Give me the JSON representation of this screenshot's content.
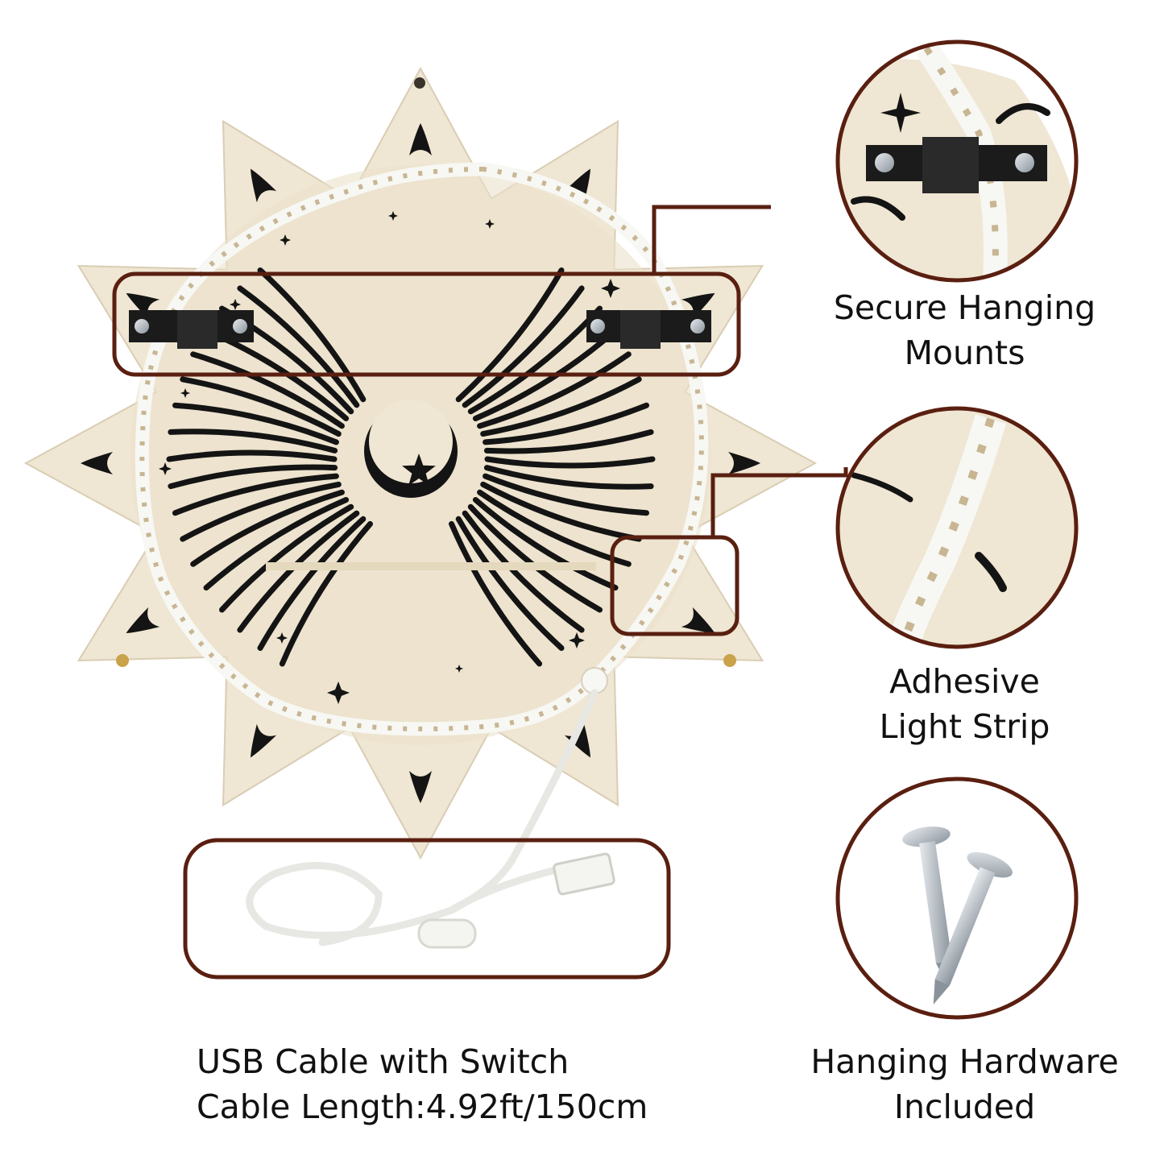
{
  "colors": {
    "callout_brown": "#5a1f10",
    "wood": "#efe6d3",
    "wood_edge": "#d9cdb4",
    "cutout": "#141414",
    "led_strip": "#f7f7f3",
    "led_chip": "#f3ead0",
    "mount_plate": "#1b1b1b",
    "cable": "#f1f1ee",
    "screw": "#b9c0c6"
  },
  "features": {
    "mounts": {
      "line1": "Secure Hanging",
      "line2": "Mounts"
    },
    "strip": {
      "line1": "Adhesive",
      "line2": "Light Strip"
    },
    "hardware": {
      "line1": "Hanging Hardware",
      "line2": "Included"
    },
    "cable": {
      "line1": "USB Cable with Switch",
      "line2": "Cable Length:4.92ft/150cm"
    }
  }
}
